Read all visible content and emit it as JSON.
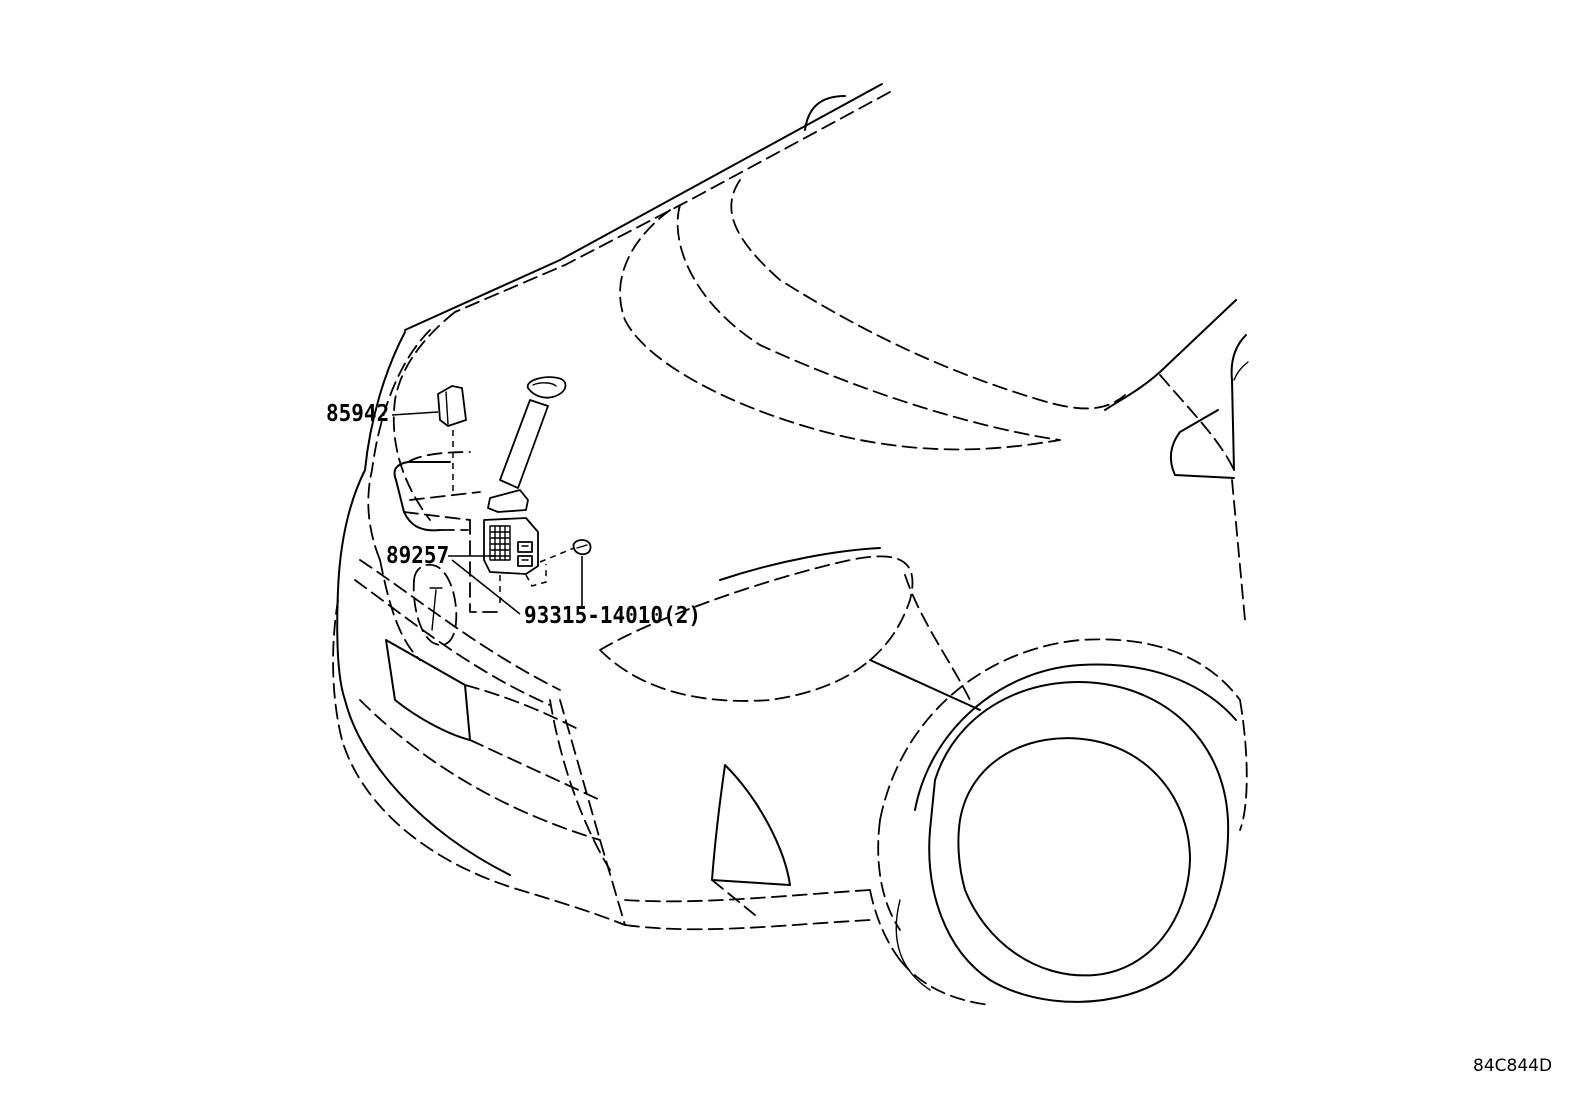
{
  "parts": [
    {
      "number": "85942"
    },
    {
      "number": "89257"
    },
    {
      "number": "93315-14010(2)"
    }
  ],
  "diagram_id": "84C844D",
  "colors": {
    "line": "#000000",
    "background": "#ffffff"
  }
}
